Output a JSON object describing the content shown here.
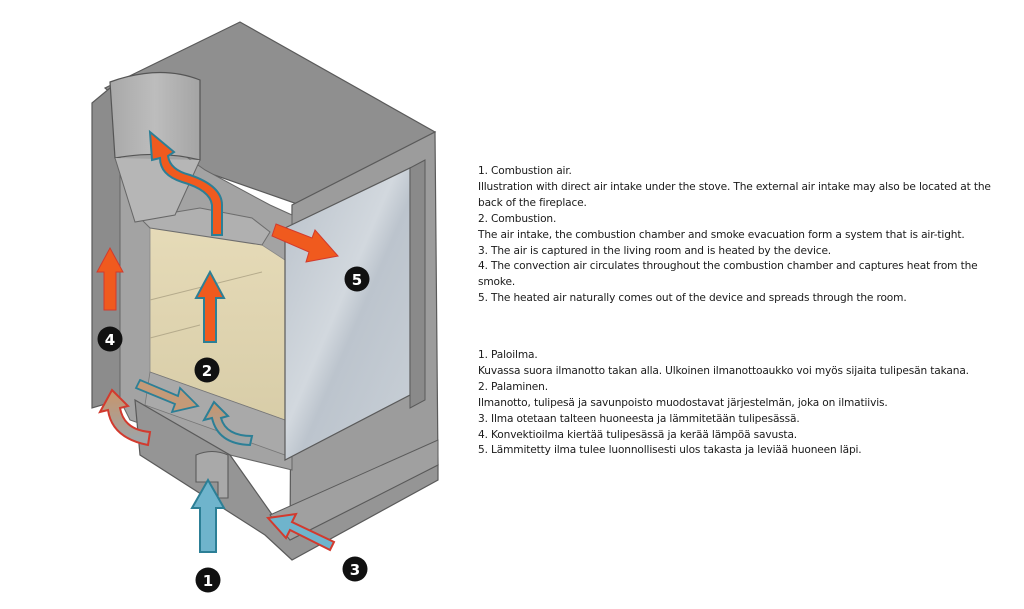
{
  "diagram": {
    "subject": "Fireplace insert air circulation cutaway",
    "markers": [
      {
        "number": "1",
        "meaning": "combustion air intake"
      },
      {
        "number": "2",
        "meaning": "combustion"
      },
      {
        "number": "3",
        "meaning": "room air captured"
      },
      {
        "number": "4",
        "meaning": "convection air"
      },
      {
        "number": "5",
        "meaning": "heated air outlet"
      }
    ],
    "colors": {
      "hot_air": "#f05a1e",
      "cold_air": "#6fb4cc",
      "warm_air": "#c49a78",
      "arrow_outline_blue": "#2c7f96",
      "arrow_outline_red": "#d23a2e",
      "body_gray": "#9a9a9a",
      "top_gray": "#8e8e8e",
      "glass": "#c5ccd4",
      "firebrick": "#e2d6b2",
      "badge": "#111111"
    }
  },
  "text_en": {
    "lines": [
      "1. Combustion air.",
      "Illustration with direct air intake under the stove. The external air intake may also be located at the",
      "back of the fireplace.",
      "2. Combustion.",
      "The air intake, the combustion chamber and smoke evacuation form a system that is air-tight.",
      "3. The air is captured in the living room and is heated by the device.",
      "4. The convection air circulates throughout the combustion chamber and captures heat from the",
      "smoke.",
      "5. The heated air naturally comes out of the device and spreads through the room."
    ]
  },
  "text_fi": {
    "lines": [
      "1. Paloilma.",
      "Kuvassa suora ilmanotto takan alla. Ulkoinen ilmanottoaukko voi myös sijaita tulipesän takana.",
      "2. Palaminen.",
      "Ilmanotto, tulipesä ja savunpoisto muodostavat järjestelmän, joka on ilmatiivis.",
      "3. Ilma otetaan talteen huoneesta ja lämmitetään tulipesässä.",
      "4. Konvektioilma kiertää tulipesässä ja kerää lämpöä savusta.",
      "5. Lämmitetty ilma tulee luonnollisesti ulos takasta ja leviää huoneen läpi."
    ]
  }
}
